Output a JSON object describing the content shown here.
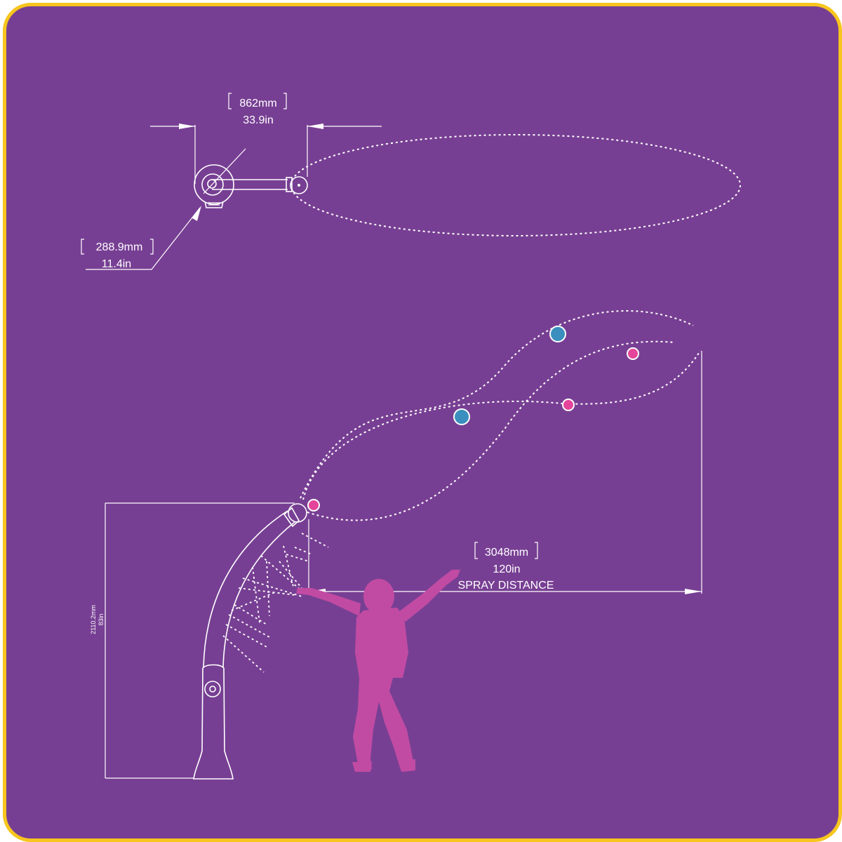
{
  "colors": {
    "background": "#773f93",
    "border": "#f7c51e",
    "line": "#ffffff",
    "droplet_blue": "#3b8fbe",
    "droplet_pink": "#e4459a",
    "silhouette": "#c14ba3"
  },
  "top_view": {
    "arm_length_mm": "862mm",
    "arm_length_in": "33.9in",
    "base_diameter_mm": "288.9mm",
    "base_diameter_in": "11.4in"
  },
  "side_view": {
    "height_mm": "2110.2mm",
    "height_in": "83in",
    "spray_distance_mm": "3048mm",
    "spray_distance_in": "120in",
    "spray_distance_label": "SPRAY DISTANCE"
  },
  "icons": {
    "figure": "child-silhouette-icon",
    "droplet": "water-droplet-icon"
  }
}
